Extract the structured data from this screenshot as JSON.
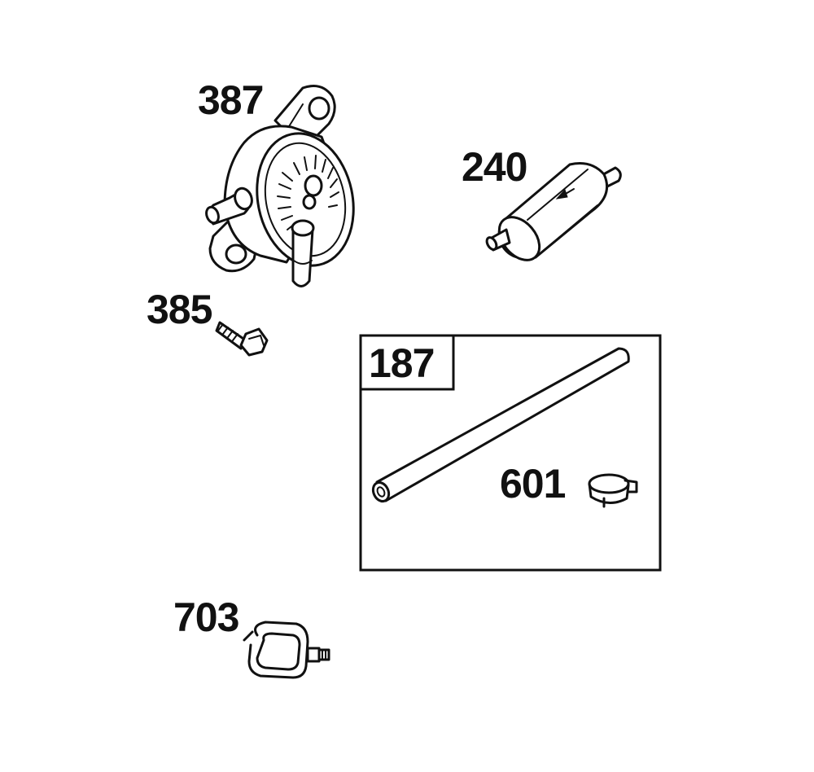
{
  "parts": {
    "fuel_pump": "387",
    "fuel_filter": "240",
    "screw": "385",
    "fuel_line_kit": "187",
    "hose_clamp": "601",
    "line_clamp": "703"
  }
}
